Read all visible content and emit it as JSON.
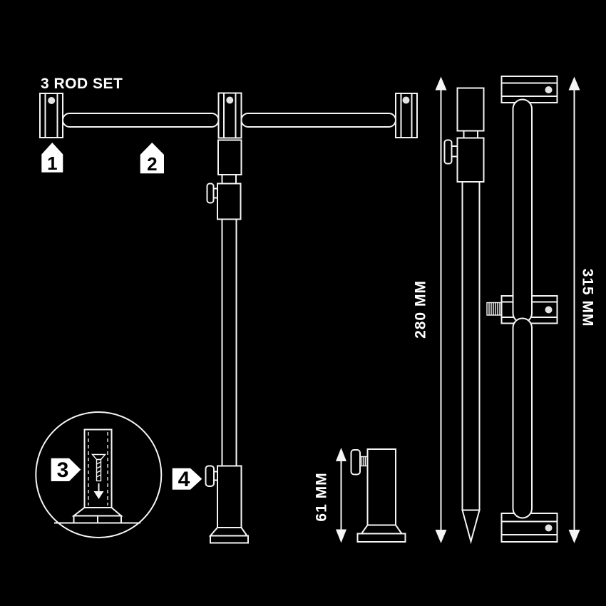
{
  "colors": {
    "background": "#000000",
    "line": "#f5f5f5",
    "label_fill": "#ffffff",
    "label_text": "#000000"
  },
  "title": "3 ROD SET",
  "part_labels": {
    "one": "1",
    "two": "2",
    "three": "3",
    "four": "4"
  },
  "measurements": {
    "bank_stick_length": "280 MM",
    "full_assembly_length": "315 MM",
    "stabilizer_height": "61 MM"
  }
}
